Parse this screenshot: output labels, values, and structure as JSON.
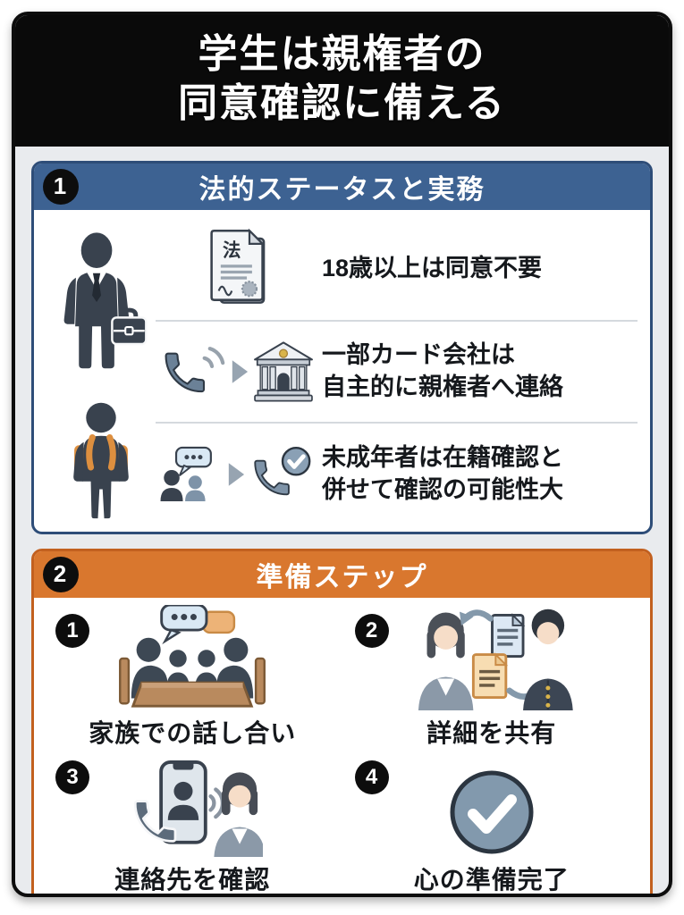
{
  "header": {
    "title_line1": "学生は親権者の",
    "title_line2": "同意確認に備える"
  },
  "legal_section": {
    "badge": "1",
    "title": "法的ステータスと実務",
    "document_label": "法",
    "rows": [
      {
        "line1": "18歳以上は同意不要",
        "line2": ""
      },
      {
        "line1": "一部カード会社は",
        "line2": "自主的に親権者へ連絡"
      },
      {
        "line1": "未成年者は在籍確認と",
        "line2": "併せて確認の可能性大"
      }
    ]
  },
  "prep_section": {
    "badge": "2",
    "title": "準備ステップ",
    "steps": [
      {
        "num": "1",
        "label": "家族での話し合い"
      },
      {
        "num": "2",
        "label": "詳細を共有"
      },
      {
        "num": "3",
        "label": "連絡先を確認"
      },
      {
        "num": "4",
        "label": "心の準備完了"
      }
    ]
  },
  "colors": {
    "header_bg": "#0a0a0a",
    "legal_accent": "#3d6292",
    "legal_border": "#2e4d78",
    "prep_accent": "#d9772e",
    "prep_border": "#c2601f",
    "icon_dark": "#39424e",
    "icon_slate": "#7e93a8",
    "backpack_orange": "#dd8f3f",
    "table_brown": "#b98a5e",
    "card_bg": "#e9ebee",
    "text": "#15181c"
  }
}
